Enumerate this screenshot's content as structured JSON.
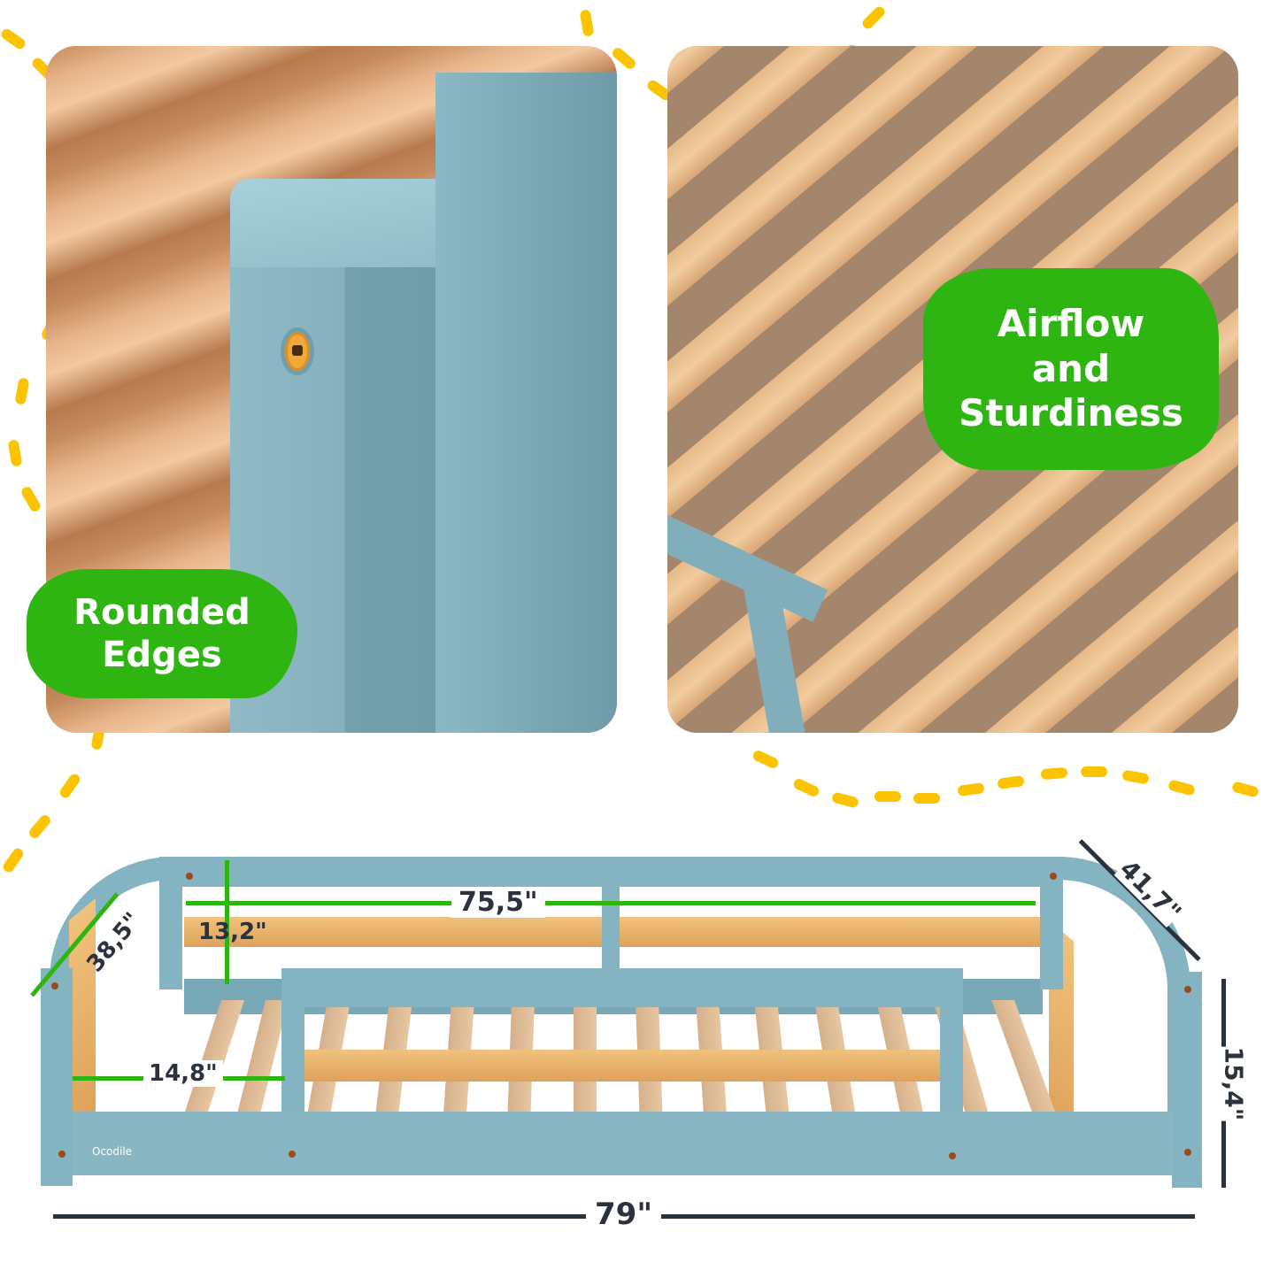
{
  "panels": {
    "left": {
      "caption": [
        "Rounded",
        "Edges"
      ],
      "subject": "close-up of rounded blue bed post with orange screw"
    },
    "right": {
      "caption": [
        "Airflow",
        "and",
        "Sturdiness"
      ],
      "subject": "close-up of wooden slats over floor"
    }
  },
  "diagram": {
    "brand_label": "Ocodile",
    "dimensions": {
      "inner_length": "75,5\"",
      "rail_height": "13,2\"",
      "headboard_depth": "38,5\"",
      "opening_width": "14,8\"",
      "overall_width": "41,7\"",
      "overall_height": "15,4\"",
      "overall_length": "79\""
    }
  },
  "colors": {
    "badge_green": "#2fb512",
    "dash_yellow": "#fcc400",
    "frame_blue": "#84b4c1",
    "dimension_text": "#2b323d"
  }
}
